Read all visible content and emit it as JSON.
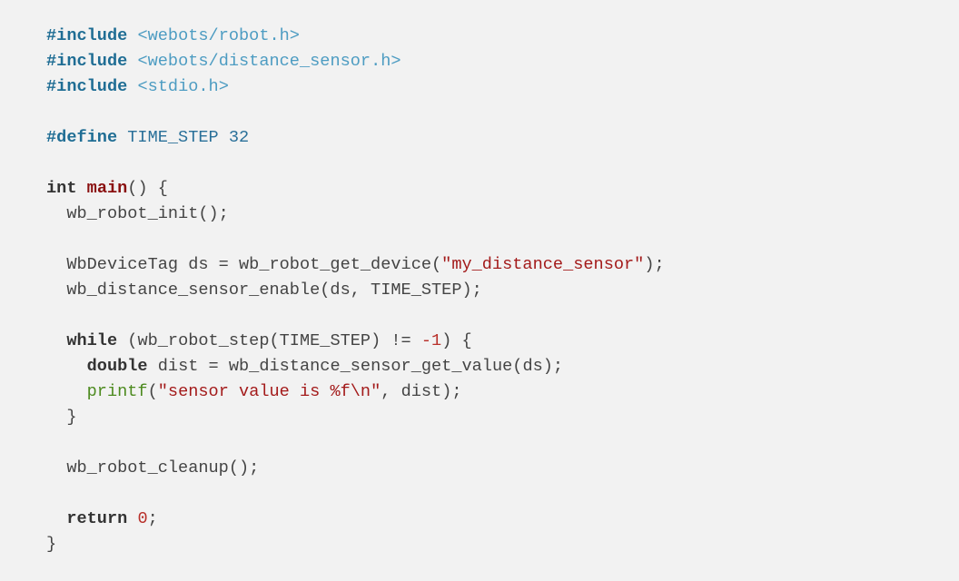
{
  "code_lines": [
    [
      {
        "t": "#include",
        "c": "pp"
      },
      {
        "t": " ",
        "c": "plain"
      },
      {
        "t": "<webots/robot.h>",
        "c": "path"
      }
    ],
    [
      {
        "t": "#include",
        "c": "pp"
      },
      {
        "t": " ",
        "c": "plain"
      },
      {
        "t": "<webots/distance_sensor.h>",
        "c": "path"
      }
    ],
    [
      {
        "t": "#include",
        "c": "pp"
      },
      {
        "t": " ",
        "c": "plain"
      },
      {
        "t": "<stdio.h>",
        "c": "path"
      }
    ],
    [],
    [
      {
        "t": "#define",
        "c": "pp"
      },
      {
        "t": " TIME_STEP 32",
        "c": "macro"
      }
    ],
    [],
    [
      {
        "t": "int",
        "c": "kw"
      },
      {
        "t": " ",
        "c": "plain"
      },
      {
        "t": "main",
        "c": "fn"
      },
      {
        "t": "() {",
        "c": "plain"
      }
    ],
    [
      {
        "t": "  wb_robot_init();",
        "c": "plain"
      }
    ],
    [],
    [
      {
        "t": "  WbDeviceTag ds = wb_robot_get_device(",
        "c": "plain"
      },
      {
        "t": "\"my_distance_sensor\"",
        "c": "str"
      },
      {
        "t": ");",
        "c": "plain"
      }
    ],
    [
      {
        "t": "  wb_distance_sensor_enable(ds, TIME_STEP);",
        "c": "plain"
      }
    ],
    [],
    [
      {
        "t": "  ",
        "c": "plain"
      },
      {
        "t": "while",
        "c": "kw"
      },
      {
        "t": " (wb_robot_step(TIME_STEP) != ",
        "c": "plain"
      },
      {
        "t": "-1",
        "c": "num"
      },
      {
        "t": ") {",
        "c": "plain"
      }
    ],
    [
      {
        "t": "    ",
        "c": "plain"
      },
      {
        "t": "double",
        "c": "kw"
      },
      {
        "t": " dist = wb_distance_sensor_get_value(ds);",
        "c": "plain"
      }
    ],
    [
      {
        "t": "    ",
        "c": "plain"
      },
      {
        "t": "printf",
        "c": "call"
      },
      {
        "t": "(",
        "c": "plain"
      },
      {
        "t": "\"sensor value is %f\\n\"",
        "c": "str"
      },
      {
        "t": ", dist);",
        "c": "plain"
      }
    ],
    [
      {
        "t": "  }",
        "c": "plain"
      }
    ],
    [],
    [
      {
        "t": "  wb_robot_cleanup();",
        "c": "plain"
      }
    ],
    [],
    [
      {
        "t": "  ",
        "c": "plain"
      },
      {
        "t": "return",
        "c": "kw"
      },
      {
        "t": " ",
        "c": "plain"
      },
      {
        "t": "0",
        "c": "num"
      },
      {
        "t": ";",
        "c": "plain"
      }
    ],
    [
      {
        "t": "}",
        "c": "plain"
      }
    ]
  ]
}
